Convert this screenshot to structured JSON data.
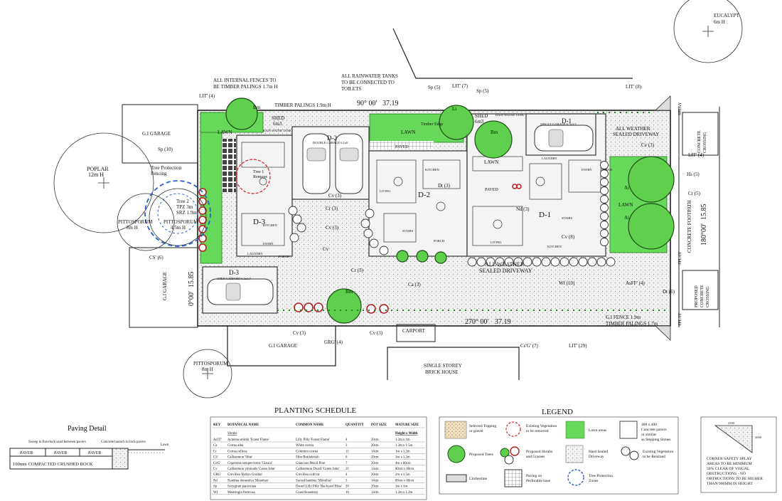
{
  "site": {
    "bearing_top": "90° 00'",
    "length_top": "37.19",
    "bearing_bottom": "270° 00'",
    "length_bottom": "37.19",
    "width_left": "0°00'",
    "width_left_len": "15.85",
    "width_right": "180°00'",
    "width_right_len": "15.85",
    "concrete_footpath": "CONCRETE FOOTPATH",
    "splay_top": "SPLAY",
    "splay_bottom": "SPLAY",
    "splay_mid": "SPLAY"
  },
  "labels": {
    "fences_note_1": "ALL INTERNAL FENCES TO",
    "fences_note_2": "BE TIMBER PALINGS 1.7m H",
    "tanks_note_1": "ALL RAINWATER TANKS",
    "tanks_note_2": "TO BE CONNECTED TO",
    "tanks_note_3": "TOILETS",
    "timber_palings_top": "TIMBER PALINGS 1.9m H",
    "shed_left_1": "SHED",
    "shed_left_2": "6m3",
    "shed_right_1": "SHED",
    "shed_right_2": "6m3",
    "rain_tank": "RAIN WATER TANK",
    "gi_garage_left": "G.I GARAGE",
    "gi_garage_vertical": "G.I GARAGE",
    "gi_garage_bottom": "G.I GARAGE",
    "poplar_1": "POPLAR",
    "poplar_2": "12m H",
    "pittosporum_a_1": "PITTOSPORUM",
    "pittosporum_a_2": "8m H",
    "pittosporum_b_1": "PITTOSPORUM",
    "pittosporum_b_2": "4.5m H",
    "pittosporum_c_1": "PITTOSPORUM",
    "pittosporum_c_2": "8m H",
    "eucalypt_1": "EUCALYPT",
    "eucalypt_2": "6m H",
    "tree_protection_1": "Tree Protection",
    "tree_protection_2": "Fencing",
    "tree2_1": "Tree 2",
    "tree2_2": "TPZ 3m",
    "tree2_3": "SRZ 1.9m",
    "tree1_1": "Tree 1",
    "tree1_2": "Remove",
    "lawn": "LAWN",
    "paved": "PAVED",
    "timber_edge": "Timber Edge",
    "d1": "D-1",
    "d2": "D-2",
    "d3": "D-3",
    "all_weather_1": "ALL WEATHER",
    "all_weather_2": "SEALED DRIVEWAY",
    "concrete_crossing_1": "CONCRETE",
    "concrete_crossing_2": "CROSSING",
    "proposed_crossing_1": "PROPOSED",
    "proposed_crossing_2": "CONCRETE",
    "proposed_crossing_3": "CROSSING",
    "carport": "CARPORT",
    "single_storey_1": "SINGLE STOREY",
    "single_storey_2": "BRICK HOUSE",
    "gi_fence_1": "G.I FENCE 1.9m",
    "gi_fence_2": "TIMBER PALINGS 1.7m",
    "open_carport": "OPEN CARPORT 6.3x3.7",
    "kitchen": "KITCHEN",
    "living": "LIVING",
    "stairs": "STAIRS",
    "entry": "ENTRY",
    "laundry": "LAUNDRY",
    "porch": "PORCH",
    "single_garage": "SINGLE GARAGE 6.3x3.5",
    "double_garage": "DOUBLE GARAGE 6.1x6"
  },
  "callouts": [
    {
      "id": "lit-4-top",
      "text": "LIT' (4)"
    },
    {
      "id": "bm-1",
      "text": "Bm"
    },
    {
      "id": "sp-10",
      "text": "Sp (10)"
    },
    {
      "id": "sp-5a",
      "text": "Sp (5)"
    },
    {
      "id": "lit-7",
      "text": "LIT' (7)"
    },
    {
      "id": "sp-5b",
      "text": "Sp (5)"
    },
    {
      "id": "li",
      "text": "Li"
    },
    {
      "id": "bm-2",
      "text": "Bm"
    },
    {
      "id": "lit-8",
      "text": "LIT' (8)"
    },
    {
      "id": "cv-3-right",
      "text": "Cv (3)"
    },
    {
      "id": "lit-4-right",
      "text": "LIT' (4)"
    },
    {
      "id": "hs-5",
      "text": "Hs (5)"
    },
    {
      "id": "cr-5",
      "text": "Cr (5)"
    },
    {
      "id": "ai-1",
      "text": "Ai"
    },
    {
      "id": "ai-2",
      "text": "Ai"
    },
    {
      "id": "dt-3",
      "text": "Dt (3)"
    },
    {
      "id": "nd-3",
      "text": "Nd (3)"
    },
    {
      "id": "cv-8",
      "text": "Cv (8)"
    },
    {
      "id": "cv-3-a",
      "text": "Cv (3)"
    },
    {
      "id": "cr-3-a",
      "text": "Cr (3)"
    },
    {
      "id": "cv-3-b",
      "text": "Cv (3)"
    },
    {
      "id": "cv-label",
      "text": "Cv"
    },
    {
      "id": "cs-6",
      "text": "CS' (6)"
    },
    {
      "id": "cr-3-b",
      "text": "Cr (3)"
    },
    {
      "id": "ca-3",
      "text": "Ca (3)"
    },
    {
      "id": "wf-10",
      "text": "Wf (10)"
    },
    {
      "id": "asff-4",
      "text": "AsFF' (4)"
    },
    {
      "id": "dt-6",
      "text": "Dt (6)"
    },
    {
      "id": "bm-3",
      "text": "Bm"
    },
    {
      "id": "cv-3-c",
      "text": "Cv (3)"
    },
    {
      "id": "grg-4",
      "text": "GRG' (4)"
    },
    {
      "id": "cv-3-d",
      "text": "Cv (3)"
    },
    {
      "id": "csg-7",
      "text": "Cs'G' (7)"
    },
    {
      "id": "lit-29",
      "text": "LIT' (29)"
    }
  ],
  "paving_detail": {
    "title": "Paving Detail",
    "note_left": "Sweep in Pavelock sand between pavers",
    "note_right": "Concrete haunch to lock pavers",
    "lawn": "Lawn",
    "paver": "PAVER",
    "base": "100mm COMPACTED CRUSHED ROCK"
  },
  "planting_schedule": {
    "title": "PLANTING SCHEDULE",
    "headers": [
      "KEY",
      "BOTANICAL NAME",
      "COMMON NAME",
      "QUANTITY",
      "POT SIZE",
      "MATURE SIZE"
    ],
    "group": "Shrubs",
    "group_note": "Height x Width",
    "rows": [
      [
        "AsTF'",
        "Acmena smithii 'Forest Flame'",
        "Lilly Pilly 'Forest Flame'",
        "4",
        "20cm",
        "1.2m x 1m"
      ],
      [
        "Ca",
        "Correa alba",
        "White correa",
        "3",
        "20cm",
        "1.2m x 1.5m"
      ],
      [
        "Cr",
        "Correa reflexa",
        "Common correa",
        "11",
        "14cm",
        "1m x 1.2m"
      ],
      [
        "CS'",
        "Callistemon 'Slim'",
        "Slim Bottlebrush",
        "6",
        "20cm",
        "3m x 1.2m"
      ],
      [
        "Cs'G'",
        "Cupressus sempervirens 'Glauca'",
        "Glaucous Pencil Pine",
        "7",
        "20cm",
        "4m x 60cm"
      ],
      [
        "Cv",
        "Callistemon viminalis 'Green John'",
        "Callistemon Dwarf 'Green John'",
        "21",
        "14cm",
        "80cm x 60cm"
      ],
      [
        "GRG'",
        "Grevillea 'Robyn Gordon'",
        "Grevillea cultivar",
        "4",
        "20cm",
        "2m x 1.5m"
      ],
      [
        "Nd",
        "Nandina domestica 'Moonbay'",
        "Sacred bamboo 'Moonbay'",
        "3",
        "14cm",
        "60cm x 60cm"
      ],
      [
        "Sp",
        "Syzygium paniculata",
        "Dwarf Lilly Pilly 'Backyard Bliss'",
        "20",
        "20cm",
        "3m x 1m"
      ],
      [
        "Wf",
        "Westringia fruticosa",
        "Coast Rosemary",
        "10",
        "14cm",
        "1.2m x 1.2m"
      ]
    ]
  },
  "legend": {
    "title": "LEGEND",
    "items": [
      {
        "id": "topping",
        "text_1": "Selected Topping",
        "text_2": "or gravel"
      },
      {
        "id": "veg-remove",
        "text_1": "Existing Vegetation",
        "text_2": "to be removed"
      },
      {
        "id": "lawn",
        "text_1": "Lawn areas",
        "text_2": ""
      },
      {
        "id": "stepping",
        "text_1": "400 x 400",
        "text_2": "Concrete pavers",
        "text_3": "or similar",
        "text_4": "as Stepping Stones"
      },
      {
        "id": "trees",
        "text_1": "Proposed Trees",
        "text_2": ""
      },
      {
        "id": "shrubs",
        "text_1": "Proposed Shrubs",
        "text_2": "and Grasses"
      },
      {
        "id": "hard",
        "text_1": "Hard Sealed",
        "text_2": "Driveway"
      },
      {
        "id": "veg-retain",
        "text_1": "Existing Vegetation",
        "text_2": "to be Retained"
      },
      {
        "id": "clothesline",
        "text_1": "Clothesline",
        "text_2": ""
      },
      {
        "id": "perfpave",
        "text_1": "Paving on",
        "text_2": "Perforable base"
      },
      {
        "id": "tpz",
        "text_1": "Tree Protection",
        "text_2": "Zones"
      }
    ]
  },
  "splay_note": {
    "dim_a": "2500",
    "dim_b": "2000",
    "lines": [
      "CORNER SAFETY SPLAY",
      "AREAS TO BE MINIMUM",
      "50% CLEAR OF VISUAL",
      "OBSTRUCTIONS - NO",
      "OBTRUCTIONS TO BE HIGHER",
      "THAN 900MM IN HEIGHT"
    ]
  },
  "colors": {
    "lawn": "#67d95a",
    "tree": "#5fcf4d",
    "remove": "#d62020",
    "tpz": "#2a5fd0",
    "shrub_red": "#b51f1f"
  }
}
